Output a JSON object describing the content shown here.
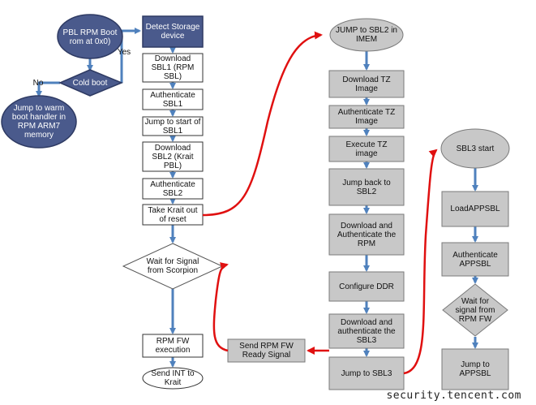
{
  "colors": {
    "navy_fill": "#4a5a8c",
    "navy_stroke": "#2e3a63",
    "gray_fill": "#c8c8c8",
    "gray_stroke": "#7a7a7a",
    "blue_arrow": "#4f81bd",
    "red_arrow": "#e01010",
    "box_stroke": "#333333"
  },
  "nodes": {
    "pbl_rpm": "PBL RPM Boot rom at 0x0)",
    "cold_boot": "Cold boot",
    "yes_label": "Yes",
    "no_label": "No",
    "jump_warm": "Jump to warm boot handler in RPM ARM7 memory",
    "detect_storage": "Detect Storage device",
    "download_sbl1": "Download SBL1 (RPM SBL)",
    "auth_sbl1": "Authenticate SBL1",
    "jump_sbl1": "Jump to start of SBL1",
    "download_sbl2": "Download SBL2 (Krait PBL)",
    "auth_sbl2": "Authenticate SBL2",
    "take_krait": "Take Krait out of reset",
    "wait_scorpion": "Wait for Signal from Scorpion",
    "rpm_fw_exec": "RPM FW execution",
    "send_int": "Send INT to Krait",
    "jump_sbl2_imem": "JUMP to SBL2 in IMEM",
    "download_tz": "Download TZ Image",
    "auth_tz": "Authenticate TZ Image",
    "execute_tz": "Execute TZ image",
    "jump_back_sbl2": "Jump back to SBL2",
    "dl_auth_rpm": "Download and Authenticate the RPM",
    "configure_ddr": "Configure DDR",
    "dl_auth_sbl3": "Download and authenticate the SBL3",
    "jump_sbl3": "Jump to SBL3",
    "send_rpm_ready": "Send RPM FW Ready Signal",
    "sbl3_start": "SBL3 start",
    "load_appsbl": "LoadAPPSBL",
    "auth_appsbl": "Authenticate APPSBL",
    "wait_rpm_fw": "Wait for signal from RPM FW",
    "jump_appsbl": "Jump to APPSBL"
  },
  "watermark": "security.tencent.com"
}
